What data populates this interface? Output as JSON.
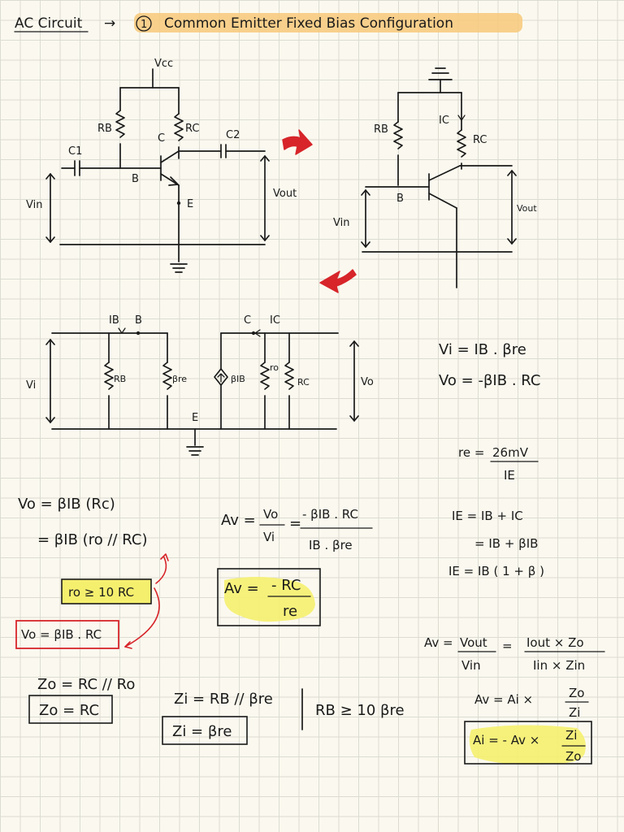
{
  "title": {
    "prefix": "AC Circuit",
    "arrow": "→",
    "number": "1",
    "text": "Common Emitter Fixed Bias Configuration"
  },
  "circuit1": {
    "vcc": "Vcc",
    "rb": "RB",
    "rc": "RC",
    "c1": "C1",
    "c2": "C2",
    "c": "C",
    "b": "B",
    "e": "E",
    "vin": "Vin",
    "vout": "Vout"
  },
  "circuit2": {
    "rb": "RB",
    "rc": "RC",
    "ic": "IC",
    "b": "B",
    "vin": "Vin",
    "vout": "Vout"
  },
  "circuit3": {
    "ib": "IB",
    "b": "B",
    "c": "C",
    "ic": "IC",
    "vi": "Vi",
    "rb": "RB",
    "bre": "βre",
    "bib": "βIB",
    "ro": "ro",
    "rc": "RC",
    "vo": "Vo",
    "e": "E"
  },
  "equations": {
    "vi_eq": "Vi = IB . βre",
    "vo_eq": "Vo = -βIB . RC",
    "re_lhs": "re =",
    "re_num": "26mV",
    "re_den": "IE",
    "vo_line1": "Vo = βIB (Rc)",
    "vo_line2": "= βIB (ro // RC)",
    "ro_condition": "ro ≥ 10 RC",
    "vo_result": "Vo = βIB . RC",
    "av_lhs": "Av =",
    "av_num1": "Vo",
    "av_den1": "Vi",
    "av_eq": "=",
    "av_num2": "- βIB . RC",
    "av_den2": "IB . βre",
    "av_box_lhs": "Av =",
    "av_box_num": "- RC",
    "av_box_den": "re",
    "ie_line1": "IE = IB + IC",
    "ie_line2": "= IB + βIB",
    "ie_line3": "IE = IB ( 1 + β )",
    "zo_line1": "Zo = RC // Ro",
    "zo_box": "Zo = RC",
    "zi_line1": "Zi = RB // βre",
    "zi_box": "Zi = βre",
    "zi_cond_sep": "|",
    "zi_condition": "RB ≥ 10 βre",
    "avr_lhs": "Av =",
    "avr_num1": "Vout",
    "avr_den1": "Vin",
    "avr_eq": "=",
    "avr_num2": "Iout × Zo",
    "avr_den2": "Iin × Zin",
    "avai_lhs": "Av = Ai ×",
    "avai_num": "Zo",
    "avai_den": "Zi",
    "ai_lhs": "Ai = - Av ×",
    "ai_num": "Zi",
    "ai_den": "Zo"
  },
  "colors": {
    "ink": "#1a1a1a",
    "highlight_yellow": "#f5ef6e",
    "title_highlight": "#f7c97a",
    "red_accent": "#d7252a",
    "paper": "#fbf9ef",
    "grid": "#dcdcd2"
  }
}
